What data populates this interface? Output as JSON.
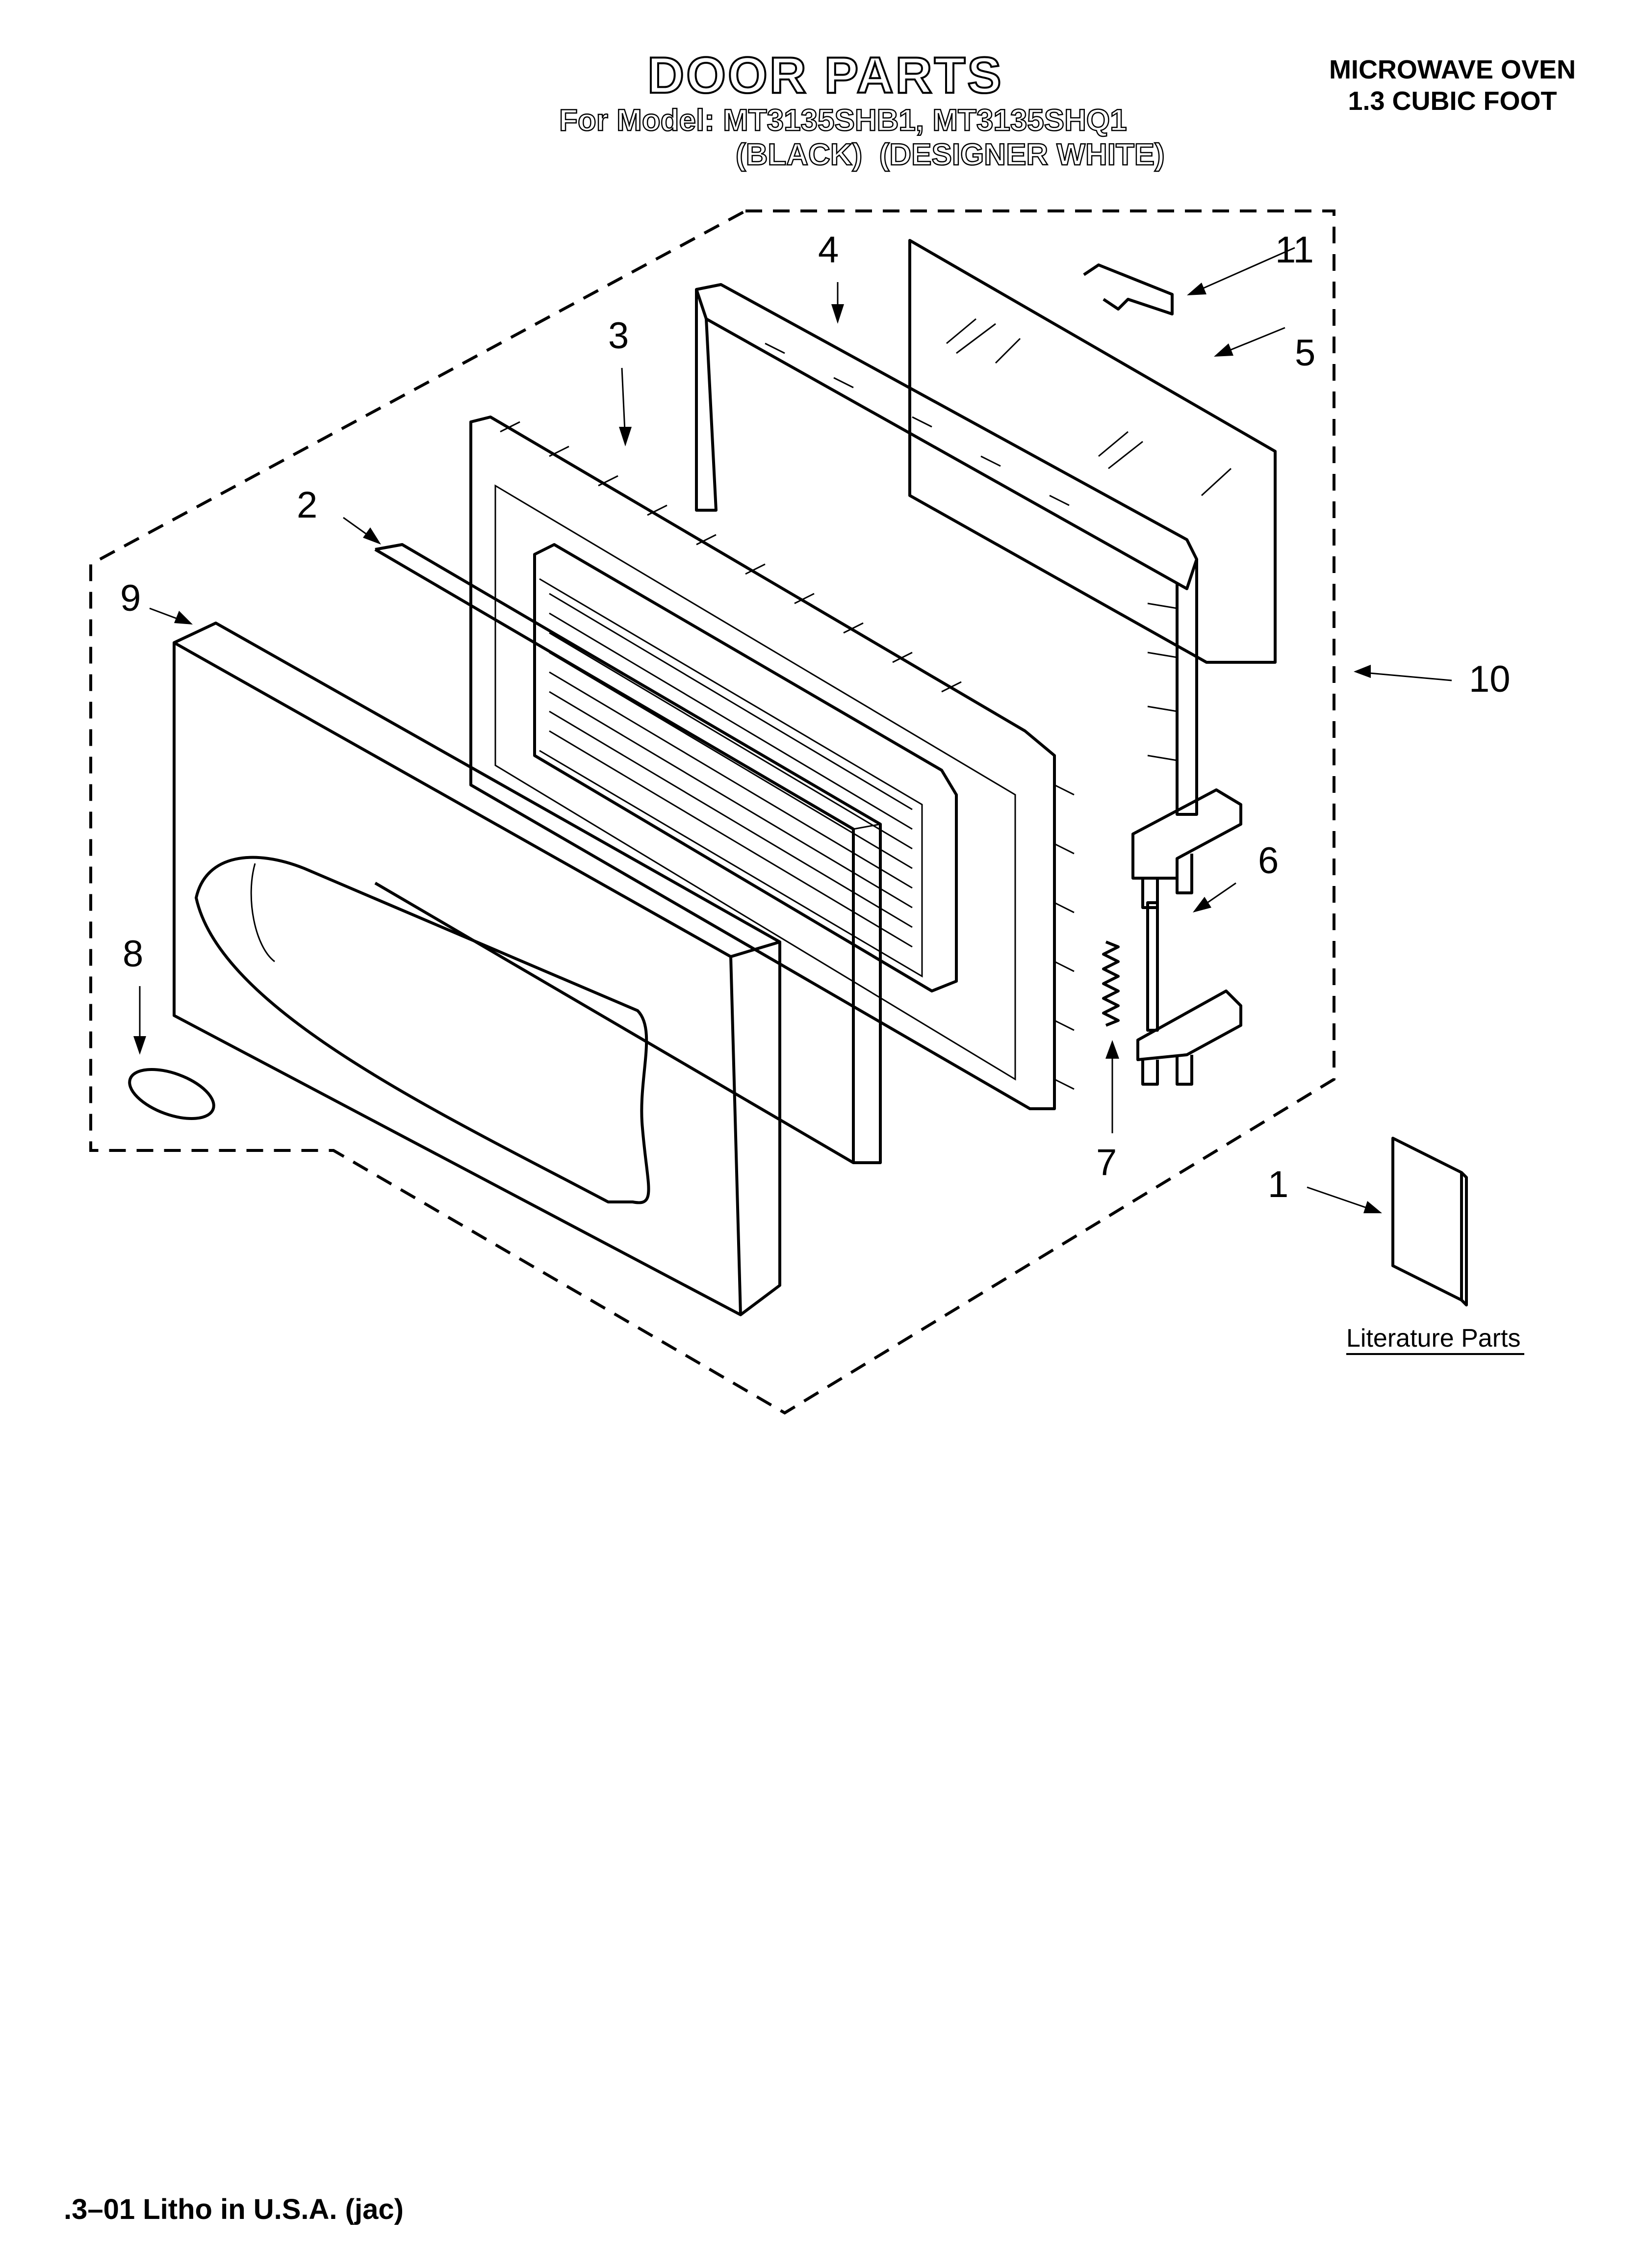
{
  "header": {
    "title": "DOOR PARTS",
    "model_line": "For Model: MT3135SHB1, MT3135SHQ1",
    "color_line": "(BLACK)  (DESIGNER WHITE)",
    "product_line1": "MICROWAVE OVEN",
    "product_line2": "1.3 CUBIC FOOT"
  },
  "callouts": [
    "1",
    "2",
    "3",
    "4",
    "5",
    "6",
    "7",
    "8",
    "9",
    "10",
    "11"
  ],
  "literature_label": "Literature Parts",
  "footer": ".3–01 Litho in U.S.A. (jac)"
}
